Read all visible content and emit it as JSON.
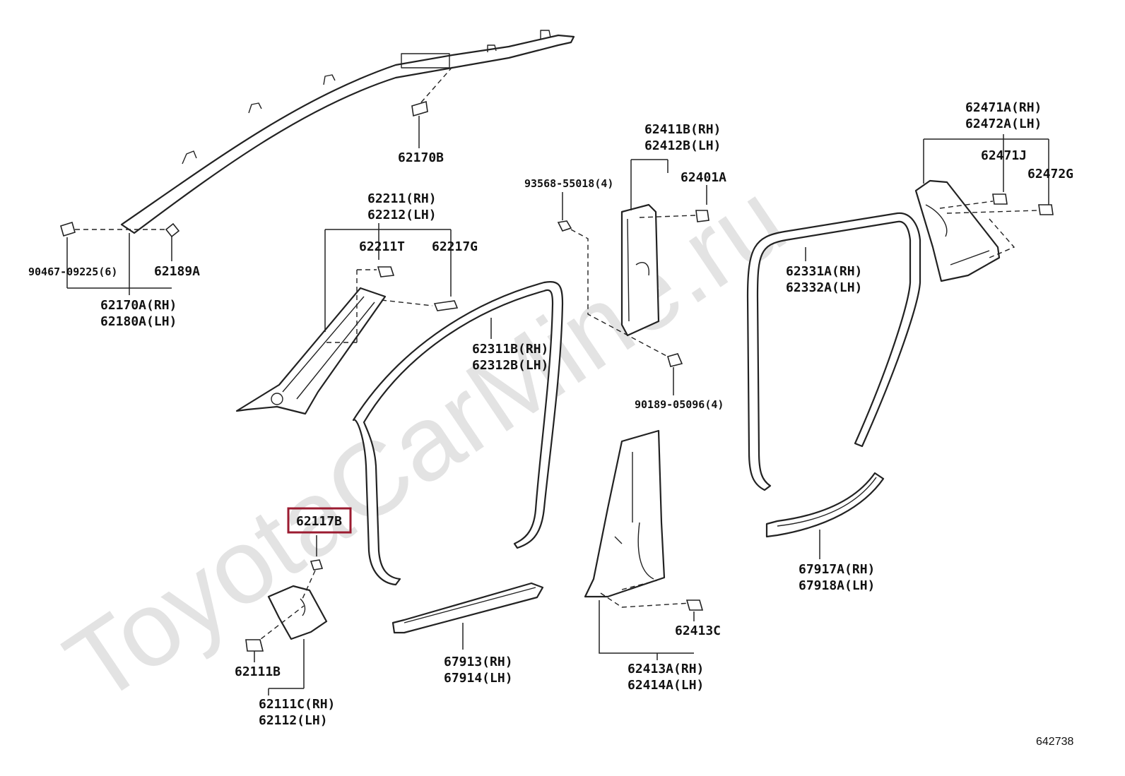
{
  "watermark": "ToyotaCarMine.ru",
  "figure_number": "642738",
  "highlight_color": "#9b1b30",
  "labels": {
    "p62170B": "62170B",
    "p90467": "90467-09225(6)",
    "p62189A": "62189A",
    "p62170A_rh": "62170A(RH)",
    "p62180A_lh": "62180A(LH)",
    "p62211_rh": "62211(RH)",
    "p62212_lh": "62212(LH)",
    "p62211T": "62211T",
    "p62217G": "62217G",
    "p62411B_rh": "62411B(RH)",
    "p62412B_lh": "62412B(LH)",
    "p93568": "93568-55018(4)",
    "p62401A": "62401A",
    "p90189": "90189-05096(4)",
    "p62311B_rh": "62311B(RH)",
    "p62312B_lh": "62312B(LH)",
    "p62331A_rh": "62331A(RH)",
    "p62332A_lh": "62332A(LH)",
    "p62471A_rh": "62471A(RH)",
    "p62472A_lh": "62472A(LH)",
    "p62471J": "62471J",
    "p62472G": "62472G",
    "p62117B": "62117B",
    "p62111B": "62111B",
    "p62111C_rh": "62111C(RH)",
    "p62112_lh": "62112(LH)",
    "p67913_rh": "67913(RH)",
    "p67914_lh": "67914(LH)",
    "p62413C": "62413C",
    "p62413A_rh": "62413A(RH)",
    "p62414A_lh": "62414A(LH)",
    "p67917A_rh": "67917A(RH)",
    "p67918A_lh": "67918A(LH)"
  }
}
